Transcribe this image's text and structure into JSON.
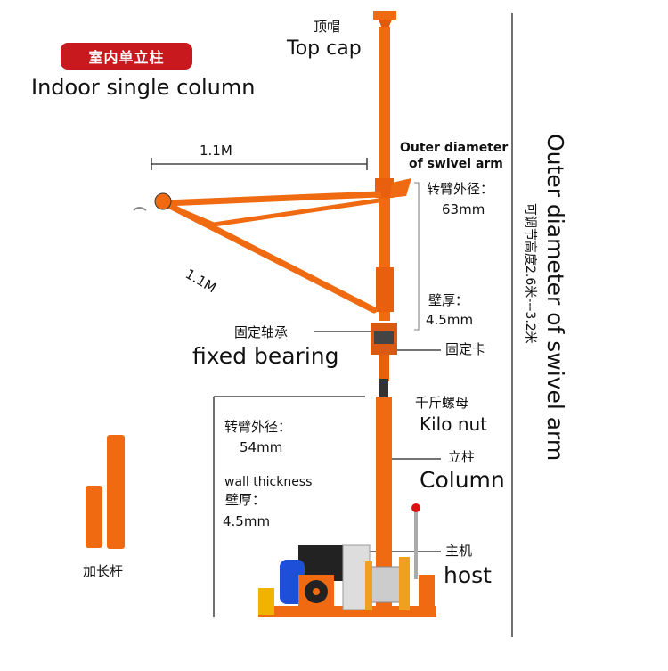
{
  "badge": "室内单立柱",
  "subtitle": "Indoor single column",
  "top_cap": {
    "cn": "顶帽",
    "en": "Top cap"
  },
  "arm_length_top": "1.1M",
  "arm_length_diag": "1.1M",
  "swivel_arm": {
    "title_line1": "Outer diameter",
    "title_line2": "of swivel arm",
    "od_label": "转臂外径：",
    "od_value": "63mm",
    "wall_label": "壁厚：",
    "wall_value": "4.5mm"
  },
  "vertical_title": "Outer diameter of swivel arm",
  "adjustable_height": "可调节高度2.6米---3.2米",
  "fixed_bearing": {
    "cn": "固定轴承",
    "en": "fixed bearing"
  },
  "fixed_clamp": "固定卡",
  "kilo_nut": {
    "cn": "千斤螺母",
    "en": "Kilo nut"
  },
  "column": {
    "cn": "立柱",
    "en": "Column"
  },
  "host": {
    "cn": "主机",
    "en": "host"
  },
  "column_spec": {
    "od_label": "转臂外径：",
    "od_value": "54mm",
    "wall_en": "wall thickness",
    "wall_label": "壁厚：",
    "wall_value": "4.5mm"
  },
  "extension_rod": "加长杆",
  "colors": {
    "orange": "#f06a12",
    "badge_red": "#c8191f",
    "motor_blue": "#1d4fd8"
  }
}
